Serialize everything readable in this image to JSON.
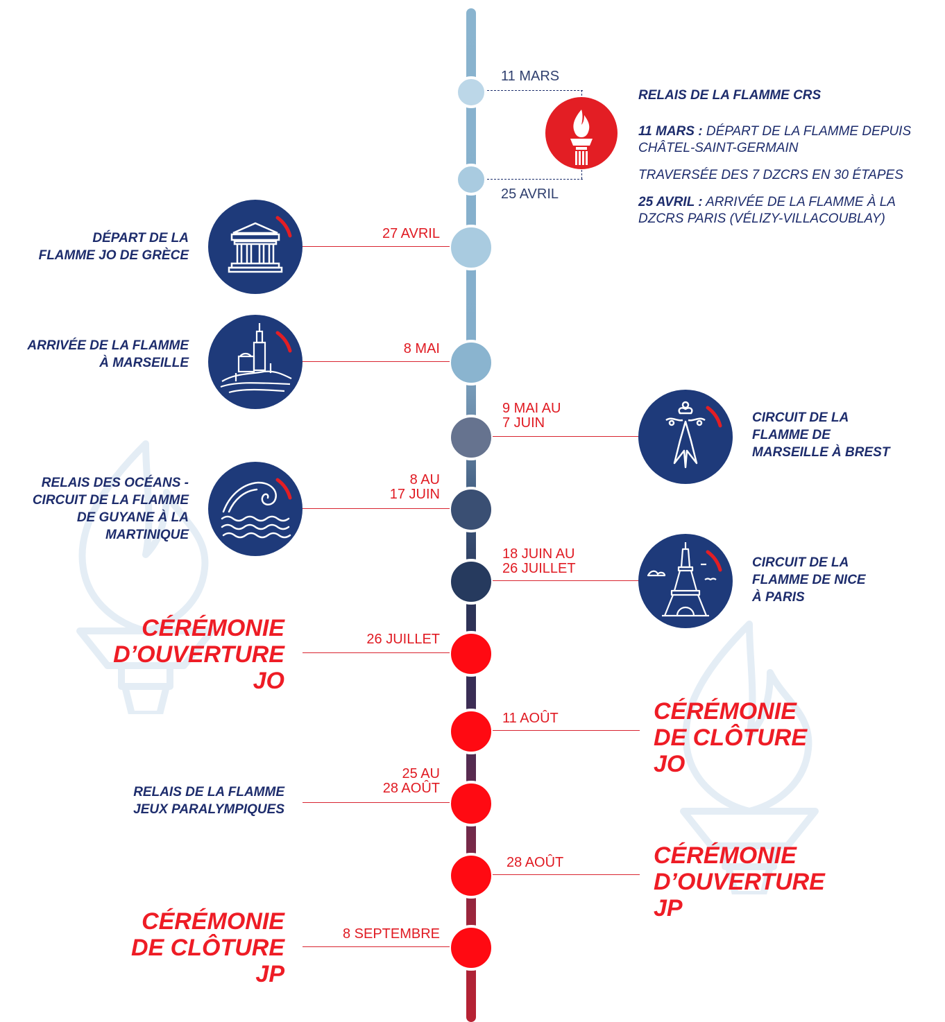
{
  "colors": {
    "navy": "#1d2c6c",
    "red": "#ee1c25",
    "icon_bg": "#1e3a7a",
    "line_red": "#d8232f"
  },
  "crs_block": {
    "start_date": "11 MARS",
    "end_date": "25 AVRIL",
    "icon": "torch-icon",
    "title": "RELAIS DE LA FLAMME CRS",
    "line1_bold": "11 MARS :",
    "line1_rest": " DÉPART DE LA FLAMME DEPUIS",
    "line1_cont": "CHÂTEL-SAINT-GERMAIN",
    "line2": "TRAVERSÉE DES 7 DZCRS EN 30 ÉTAPES",
    "line3_bold": "25 AVRIL :",
    "line3_rest": " ARRIVÉE DE LA FLAMME À LA",
    "line3_cont": "DZCRS PARIS (VÉLIZY-VILLACOUBLAY)"
  },
  "events": [
    {
      "date": "27 AVRIL",
      "label": [
        "DÉPART DE LA",
        "FLAMME JO DE GRÈCE"
      ],
      "icon": "greek-temple-icon",
      "dot_color": "#a9cbe0"
    },
    {
      "date": "8 MAI",
      "label": [
        "ARRIVÉE DE LA FLAMME",
        "À MARSEILLE"
      ],
      "icon": "marseille-basilica-icon",
      "dot_color": "#8ab4cf"
    },
    {
      "date": [
        "9 MAI AU",
        "7 JUIN"
      ],
      "label": [
        "CIRCUIT DE LA",
        "FLAMME DE",
        "MARSEILLE À BREST"
      ],
      "icon": "ermine-icon",
      "dot_color": "#66738f"
    },
    {
      "date": [
        "8 AU",
        "17 JUIN"
      ],
      "label": [
        "RELAIS DES OCÉANS  -",
        "CIRCUIT DE LA FLAMME",
        "DE GUYANE À LA",
        "MARTINIQUE"
      ],
      "icon": "ocean-wave-icon",
      "dot_color": "#3a4f73"
    },
    {
      "date": [
        "18 JUIN AU",
        "26 JUILLET"
      ],
      "label": [
        "CIRCUIT DE LA",
        "FLAMME DE NICE",
        "À PARIS"
      ],
      "icon": "eiffel-tower-icon",
      "dot_color": "#263a5e"
    },
    {
      "date": "26 JUILLET",
      "label": [
        "CÉRÉMONIE",
        "D’OUVERTURE",
        "JO"
      ],
      "dot_color": "#ff0a12"
    },
    {
      "date": "11 AOÛT",
      "label": [
        "CÉRÉMONIE",
        "DE CLÔTURE",
        "JO"
      ],
      "dot_color": "#ff0a12"
    },
    {
      "date": [
        "25 AU",
        "28 AOÛT"
      ],
      "label": [
        "RELAIS DE LA FLAMME",
        "JEUX PARALYMPIQUES"
      ],
      "dot_color": "#ff0a12"
    },
    {
      "date": "28 AOÛT",
      "label": [
        "CÉRÉMONIE",
        "D’OUVERTURE",
        "JP"
      ],
      "dot_color": "#ff0a12"
    },
    {
      "date": "8 SEPTEMBRE",
      "label": [
        "CÉRÉMONIE",
        "DE CLÔTURE",
        "JP"
      ],
      "dot_color": "#ff0a12"
    }
  ]
}
